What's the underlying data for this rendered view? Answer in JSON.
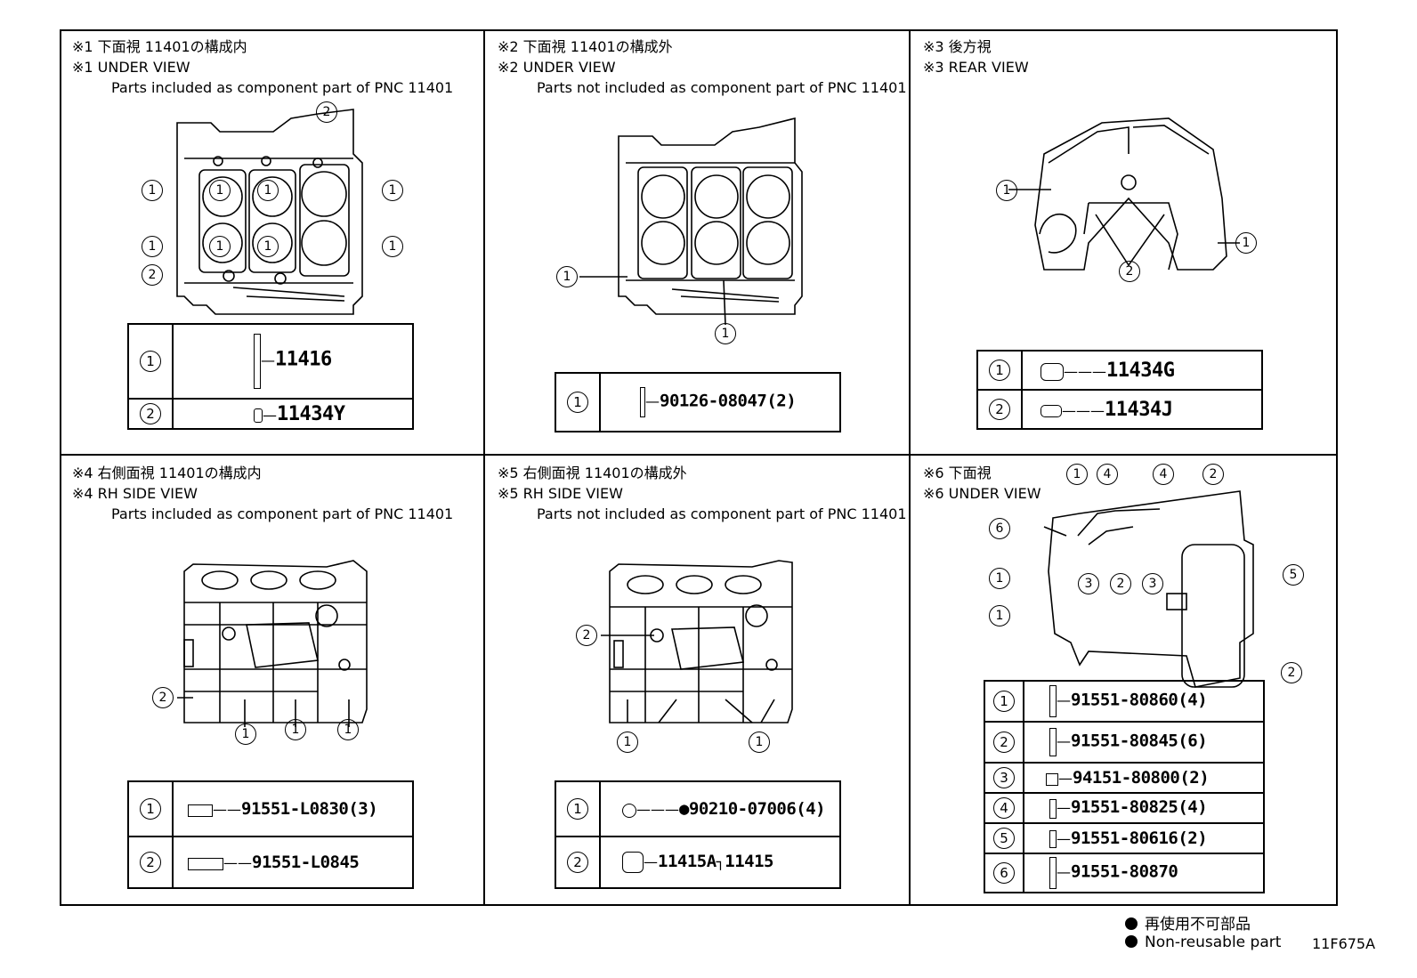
{
  "panels": [
    {
      "header_jp": "※1 下面視 11401の構成内",
      "header_en": "※1 UNDER VIEW",
      "header_sub": "Parts included as component part of PNC 11401",
      "legend": [
        {
          "num": "1",
          "part": "11416"
        },
        {
          "num": "2",
          "part": "11434Y"
        }
      ]
    },
    {
      "header_jp": "※2 下面視 11401の構成外",
      "header_en": "※2 UNDER VIEW",
      "header_sub": "Parts not included as component part of PNC 11401",
      "legend": [
        {
          "num": "1",
          "part": "90126-08047(2)"
        }
      ]
    },
    {
      "header_jp": "※3 後方視",
      "header_en": "※3 REAR VIEW",
      "header_sub": "",
      "legend": [
        {
          "num": "1",
          "part": "11434G"
        },
        {
          "num": "2",
          "part": "11434J"
        }
      ]
    },
    {
      "header_jp": "※4 右側面視 11401の構成内",
      "header_en": "※4 RH SIDE VIEW",
      "header_sub": "Parts included as component part of PNC 11401",
      "legend": [
        {
          "num": "1",
          "part": "91551-L0830(3)"
        },
        {
          "num": "2",
          "part": "91551-L0845"
        }
      ]
    },
    {
      "header_jp": "※5 右側面視 11401の構成外",
      "header_en": "※5 RH SIDE VIEW",
      "header_sub": "Parts not included as component part of PNC 11401",
      "legend": [
        {
          "num": "1",
          "part": "●90210-07006(4)"
        },
        {
          "num": "2",
          "part": "11415A",
          "part_group": "11415"
        }
      ]
    },
    {
      "header_jp": "※6 下面視",
      "header_en": "※6 UNDER VIEW",
      "header_sub": "",
      "legend": [
        {
          "num": "1",
          "part": "91551-80860(4)"
        },
        {
          "num": "2",
          "part": "91551-80845(6)"
        },
        {
          "num": "3",
          "part": "94151-80800(2)"
        },
        {
          "num": "4",
          "part": "91551-80825(4)"
        },
        {
          "num": "5",
          "part": "91551-80616(2)"
        },
        {
          "num": "6",
          "part": "91551-80870"
        }
      ]
    }
  ],
  "callouts": {
    "one": "1",
    "two": "2",
    "three": "3",
    "four": "4",
    "five": "5",
    "six": "6"
  },
  "footer": {
    "non_reusable_jp": "再使用不可部品",
    "non_reusable_en": "Non-reusable part",
    "figure_code": "11F675A"
  }
}
